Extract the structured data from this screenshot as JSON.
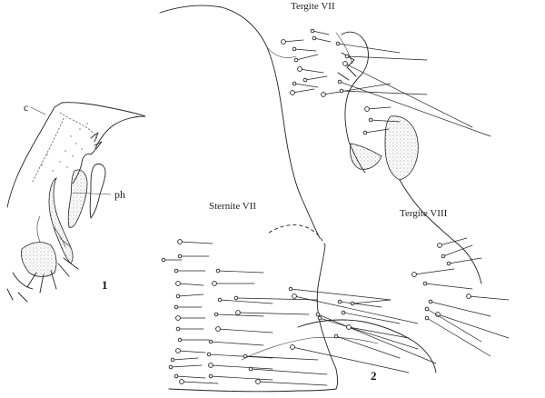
{
  "figure1": {
    "label_c": "c",
    "label_ph": "ph",
    "number": "1"
  },
  "figure2": {
    "label_tergite7": "Tergite VII",
    "label_sternite7": "Sternite VII",
    "label_tergite8": "Tergite VIII",
    "number": "2"
  }
}
